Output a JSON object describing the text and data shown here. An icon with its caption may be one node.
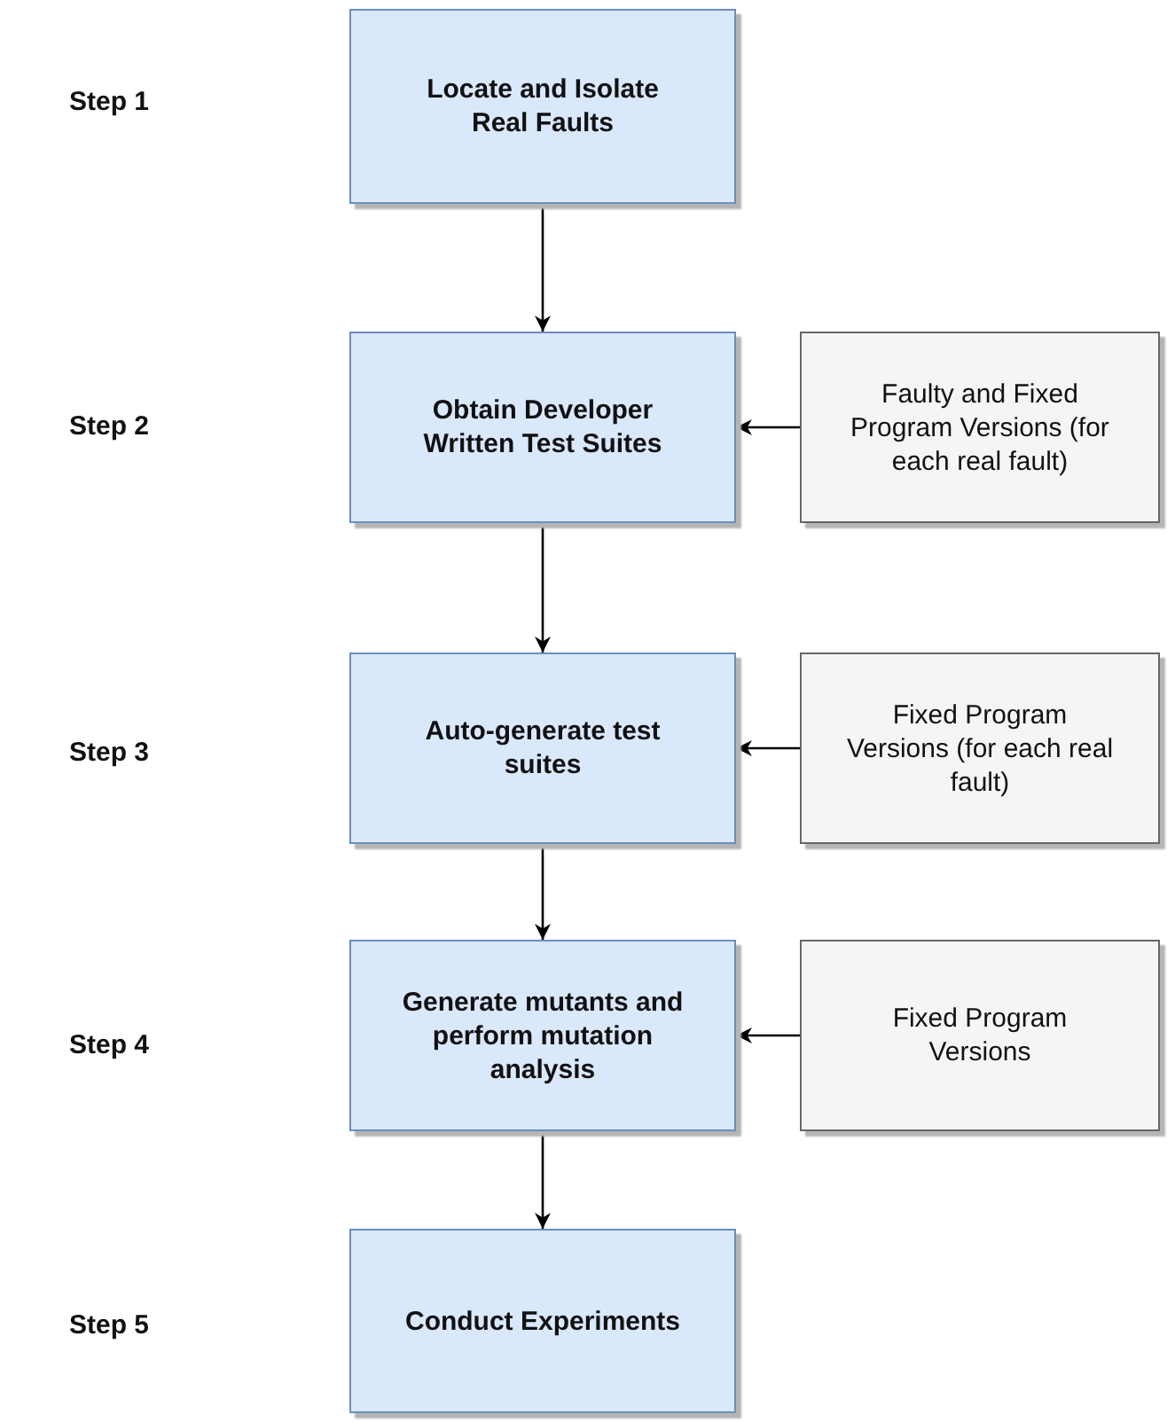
{
  "diagram": {
    "nodes": [
      {
        "text": [
          "Locate and Isolate Real Faults"
        ]
      },
      {
        "text": [
          "Obtain Developer Written Test Suites"
        ]
      },
      {
        "text": [
          "Faulty and Fixed Program Versions (for each real fault)"
        ]
      },
      {
        "text": [
          "Auto-generate test suites"
        ]
      },
      {
        "text": [
          "Fixed Program Versions (for each real fault)"
        ]
      },
      {
        "text": [
          "Generate mutants and perform mutation analysis"
        ]
      },
      {
        "text": [
          "Fixed Program Versions"
        ]
      },
      {
        "text": [
          "Conduct Experiments"
        ]
      }
    ],
    "edges": [
      {
        "from": 0,
        "to": 1,
        "arrow": "to"
      },
      {
        "from": 2,
        "to": 1,
        "arrow": "to"
      },
      {
        "from": 1,
        "to": 3,
        "arrow": "to"
      },
      {
        "from": 4,
        "to": 3,
        "arrow": "to"
      },
      {
        "from": 3,
        "to": 5,
        "arrow": "to"
      },
      {
        "from": 6,
        "to": 5,
        "arrow": "to"
      },
      {
        "from": 5,
        "to": 7,
        "arrow": "to"
      }
    ],
    "labels": [
      "Step 1",
      "Step 2",
      "Step 3",
      "Step 4",
      "Step 5"
    ]
  }
}
